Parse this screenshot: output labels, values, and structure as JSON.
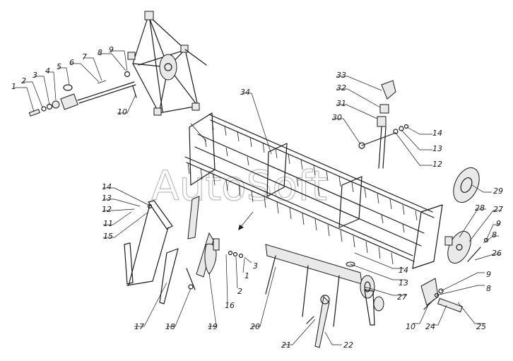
{
  "watermark": "AutoSoft",
  "callouts": [
    {
      "id": "c1a",
      "text": "1"
    },
    {
      "id": "c2a",
      "text": "2"
    },
    {
      "id": "c3a",
      "text": "3"
    },
    {
      "id": "c4a",
      "text": "4"
    },
    {
      "id": "c5a",
      "text": "5"
    },
    {
      "id": "c6a",
      "text": "6"
    },
    {
      "id": "c7a",
      "text": "7"
    },
    {
      "id": "c8a",
      "text": "8"
    },
    {
      "id": "c9a",
      "text": "9"
    },
    {
      "id": "c10a",
      "text": "10"
    },
    {
      "id": "c34",
      "text": "34"
    },
    {
      "id": "c33",
      "text": "33"
    },
    {
      "id": "c32",
      "text": "32"
    },
    {
      "id": "c31",
      "text": "31"
    },
    {
      "id": "c30",
      "text": "30"
    },
    {
      "id": "c14a",
      "text": "14"
    },
    {
      "id": "c13a",
      "text": "13"
    },
    {
      "id": "c12a",
      "text": "12"
    },
    {
      "id": "c29",
      "text": "29"
    },
    {
      "id": "c28",
      "text": "28"
    },
    {
      "id": "c27a",
      "text": "27"
    },
    {
      "id": "c9b",
      "text": "9"
    },
    {
      "id": "c8b",
      "text": "8"
    },
    {
      "id": "c26",
      "text": "26"
    },
    {
      "id": "c14b",
      "text": "14"
    },
    {
      "id": "c13b",
      "text": "13"
    },
    {
      "id": "c12b",
      "text": "12"
    },
    {
      "id": "c11",
      "text": "11"
    },
    {
      "id": "c15",
      "text": "15"
    },
    {
      "id": "c1b",
      "text": "1"
    },
    {
      "id": "c3b",
      "text": "3"
    },
    {
      "id": "c2b",
      "text": "2"
    },
    {
      "id": "c16",
      "text": "16"
    },
    {
      "id": "c14c",
      "text": "14"
    },
    {
      "id": "c13c",
      "text": "13"
    },
    {
      "id": "c27b",
      "text": "27"
    },
    {
      "id": "c9c",
      "text": "9"
    },
    {
      "id": "c8c",
      "text": "8"
    },
    {
      "id": "c10b",
      "text": "10"
    },
    {
      "id": "c24",
      "text": "24"
    },
    {
      "id": "c25",
      "text": "25"
    },
    {
      "id": "c17",
      "text": "17"
    },
    {
      "id": "c18",
      "text": "18"
    },
    {
      "id": "c19",
      "text": "19"
    },
    {
      "id": "c20",
      "text": "20"
    },
    {
      "id": "c21",
      "text": "21"
    },
    {
      "id": "c22",
      "text": "22"
    }
  ]
}
